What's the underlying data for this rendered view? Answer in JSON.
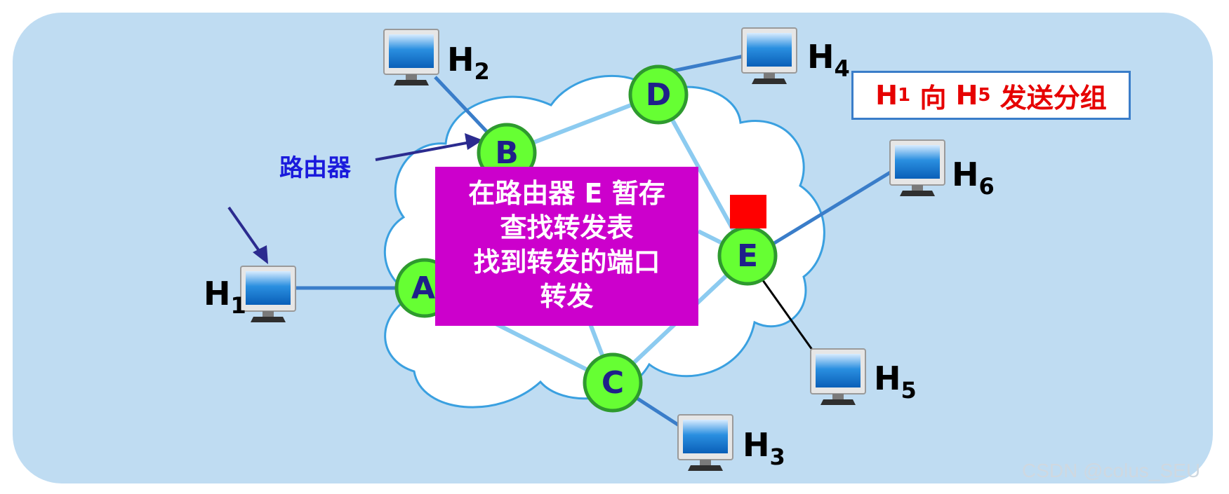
{
  "hosts": {
    "h1": {
      "letter": "H",
      "sub": "1"
    },
    "h2": {
      "letter": "H",
      "sub": "2"
    },
    "h3": {
      "letter": "H",
      "sub": "3"
    },
    "h4": {
      "letter": "H",
      "sub": "4"
    },
    "h5": {
      "letter": "H",
      "sub": "5"
    },
    "h6": {
      "letter": "H",
      "sub": "6"
    }
  },
  "routers": {
    "a": "A",
    "b": "B",
    "c": "C",
    "d": "D",
    "e": "E"
  },
  "router_caption": "路由器",
  "info": {
    "h": "H",
    "src_sub": "1",
    "mid": " 向 ",
    "h2": "H",
    "dst_sub": "5",
    "tail": " 发送分组"
  },
  "store_lines": [
    "在路由器 E 暂存",
    "查找转发表",
    "找到转发的端口",
    "转发"
  ],
  "watermark": "CSDN @colus_SEU",
  "colors": {
    "background": "#bfdcf2",
    "cloud_outline": "#3aa0e0",
    "router_fill": "#66ff33",
    "router_stroke": "#2e9a2e",
    "router_text": "#1f1f8a",
    "access_link": "#3a7dc9",
    "core_link": "#8ccbf0",
    "store_box": "#cc00cc",
    "packet": "#ff0000",
    "info_text": "#e60000",
    "caption": "#1a1adc"
  }
}
